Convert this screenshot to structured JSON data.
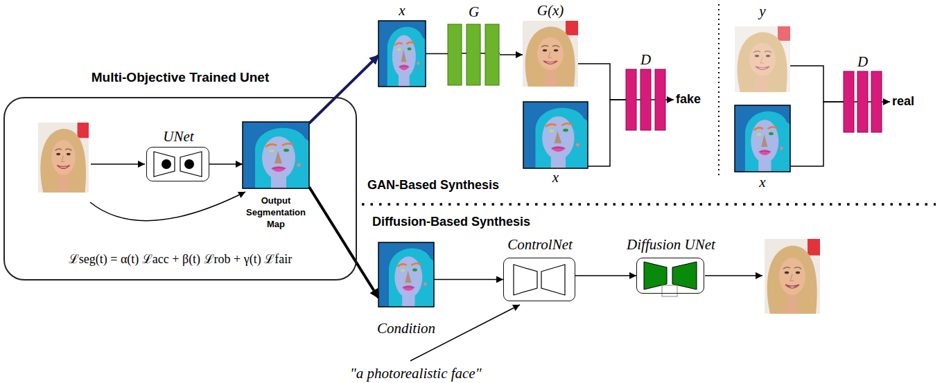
{
  "diagram": {
    "nodes": [
      {
        "text": [
          "Multi-Objective Trained Unet",
          "ℒseg(t) = α(t) ℒacc + β(t) ℒrob + γ(t) ℒfair"
        ]
      },
      {
        "text": [
          "UNet"
        ],
        "in": 0
      },
      {
        "text": [
          "Output Segmentation Map"
        ],
        "in": 0
      },
      {
        "text": [
          "x"
        ]
      },
      {
        "text": [
          "G"
        ]
      },
      {
        "text": [
          "G(x)"
        ]
      },
      {
        "text": [
          "x"
        ]
      },
      {
        "text": [
          "D"
        ]
      },
      {
        "text": [
          "y"
        ]
      },
      {
        "text": [
          "x"
        ]
      },
      {
        "text": [
          "D"
        ]
      },
      {
        "text": [
          "Condition"
        ]
      },
      {
        "text": [
          "ControlNet"
        ]
      },
      {
        "text": [
          "Diffusion UNet"
        ]
      }
    ],
    "edges": [
      {
        "from": 1,
        "to": 2,
        "arrow": "to"
      },
      {
        "from": 2,
        "to": 3,
        "arrow": "to"
      },
      {
        "from": 2,
        "to": 11,
        "arrow": "to"
      },
      {
        "from": 3,
        "to": 4,
        "arrow": "none"
      },
      {
        "from": 4,
        "to": 5,
        "arrow": "to"
      },
      {
        "from": 5,
        "to": 7,
        "arrow": "none"
      },
      {
        "from": 6,
        "to": 7,
        "arrow": "none"
      },
      {
        "from": 8,
        "to": 10,
        "arrow": "none"
      },
      {
        "from": 9,
        "to": 10,
        "arrow": "none"
      },
      {
        "from": 11,
        "to": 12,
        "arrow": "to"
      },
      {
        "from": 12,
        "to": 13,
        "arrow": "to"
      }
    ],
    "labels": [
      "fake",
      "real",
      "GAN-Based Synthesis",
      "Diffusion-Based Synthesis",
      "\"a photorealistic face\""
    ]
  }
}
